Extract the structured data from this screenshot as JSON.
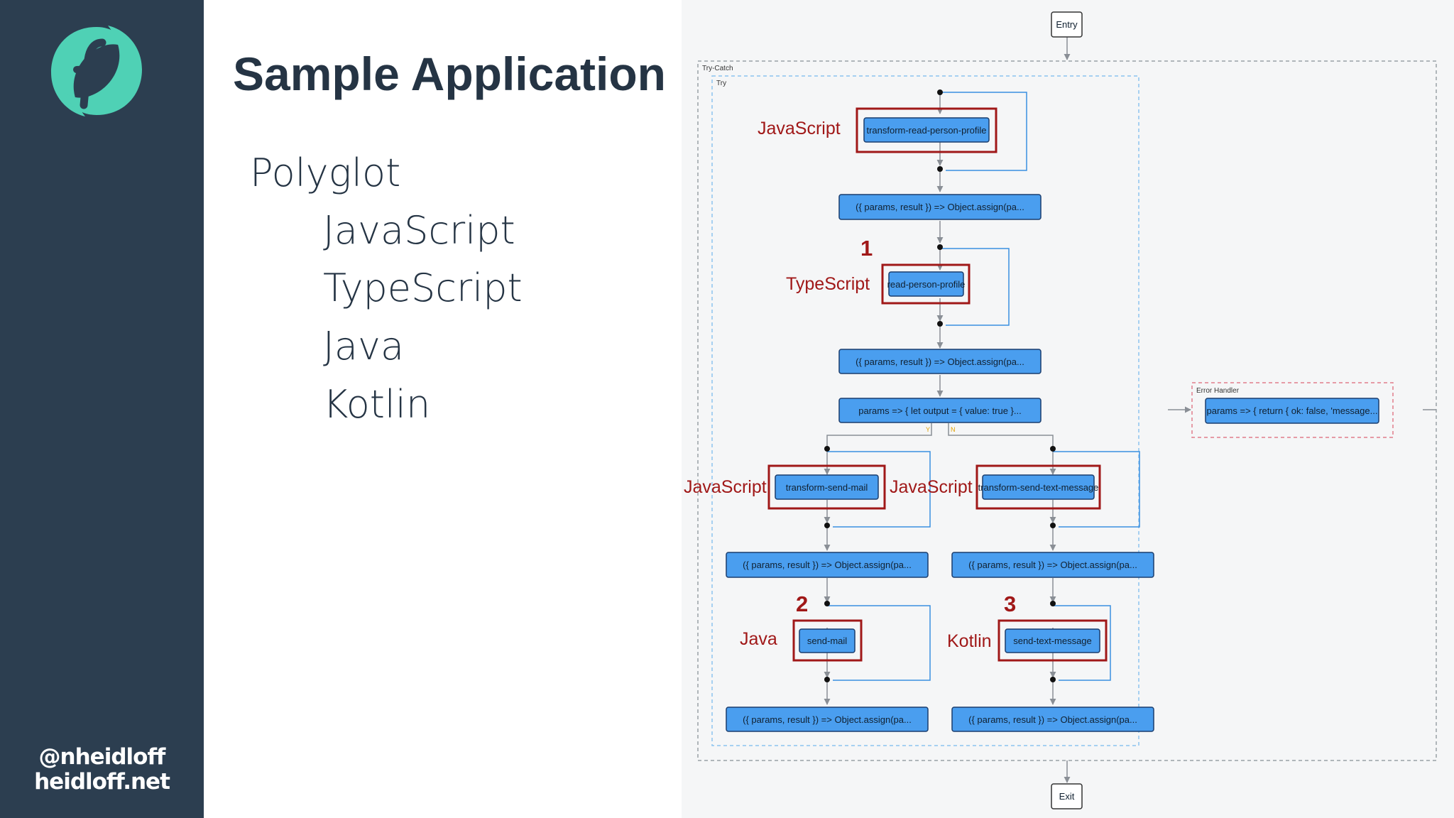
{
  "slide": {
    "title": "Sample Application",
    "bullets": [
      "Polyglot",
      "JavaScript",
      "TypeScript",
      "Java",
      "Kotlin"
    ],
    "author": {
      "twitter": "@nheidloff",
      "site": "heidloff.net"
    },
    "colors": {
      "sidebar": "#2c3e50",
      "logo": "#4fd1b5",
      "node": "#4a9eef",
      "highlight": "#a01818"
    },
    "logo_icon": "openwhisk-function-logo"
  },
  "flow": {
    "entry": "Entry",
    "exit": "Exit",
    "try_catch_label": "Try-Catch",
    "try_label": "Try",
    "error_handler_label": "Error Handler",
    "error_handler_node": "params => { return { ok: false, 'message...",
    "nodes": {
      "n1": "transform-read-person-profile",
      "n2": "({ params, result }) => Object.assign(pa...",
      "n3": "read-person-profile",
      "n4": "({ params, result }) => Object.assign(pa...",
      "n5": "params => { let output = { value: true }...",
      "n6": "transform-send-mail",
      "n7": "transform-send-text-message",
      "n8": "({ params, result }) => Object.assign(pa...",
      "n9": "({ params, result }) => Object.assign(pa...",
      "n10": "send-mail",
      "n11": "send-text-message",
      "n12": "({ params, result }) => Object.assign(pa...",
      "n13": "({ params, result }) => Object.assign(pa..."
    },
    "branch_yes": "Y",
    "branch_no": "N",
    "annotations": {
      "lang_js_top": "JavaScript",
      "lang_ts": "TypeScript",
      "lang_js_left": "JavaScript",
      "lang_js_right": "JavaScript",
      "lang_java": "Java",
      "lang_kotlin": "Kotlin",
      "num1": "1",
      "num2": "2",
      "num3": "3"
    }
  }
}
